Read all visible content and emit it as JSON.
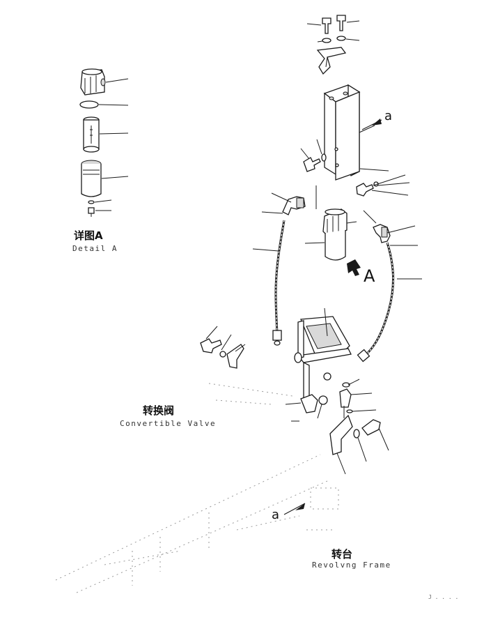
{
  "labels": {
    "detail_cn": "详图A",
    "detail_en": "Detail A",
    "valve_cn": "转换阀",
    "valve_en": "Convertible Valve",
    "frame_cn": "转台",
    "frame_en": "Revolvng Frame",
    "view_a": "A",
    "arrow_a_top": "a",
    "arrow_a_bottom": "a",
    "page_mark": "J . . . ."
  },
  "colors": {
    "ink": "#1a1a1a",
    "background": "#ffffff",
    "shade": "#d9d9d9"
  }
}
